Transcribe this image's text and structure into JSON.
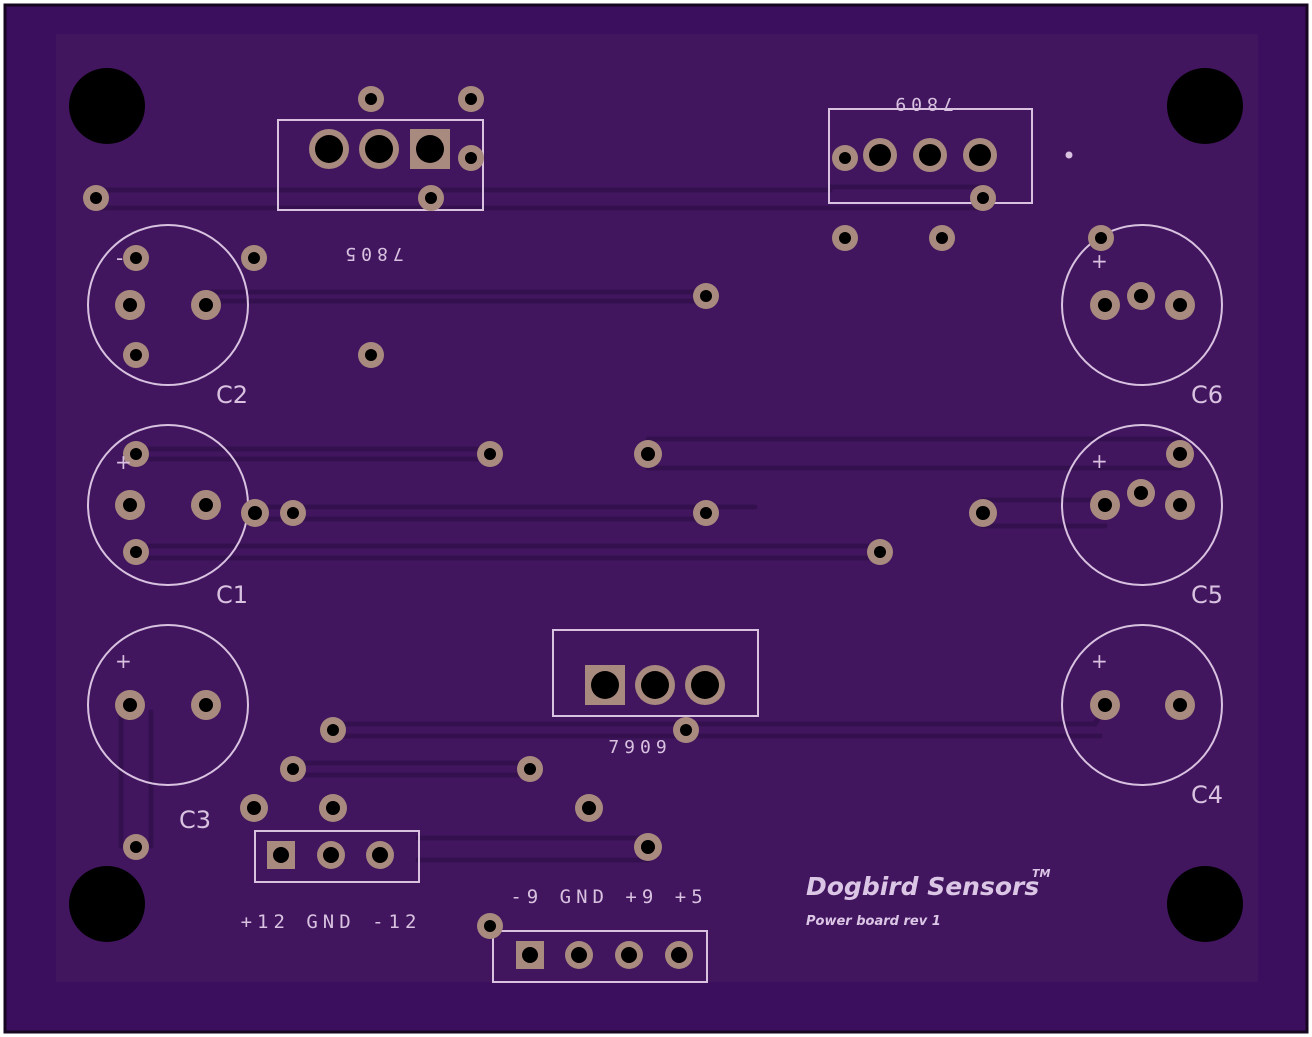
{
  "board": {
    "brand": "Dogbird Sensors",
    "trademark": "TM",
    "subtitle": "Power board rev 1",
    "colors": {
      "background": "#ffffff",
      "board_edge": "#2e0d4a",
      "board_fill": "#3b0f5e",
      "board_inner": "#42165f",
      "pad_copper": "#a98a7e",
      "drill": "#000000",
      "silkscreen": "#d8c2e0"
    }
  },
  "labels": {
    "u7805": "7805",
    "u7809": "7809",
    "u7909": "7909",
    "c1": "C1",
    "c2": "C2",
    "c3": "C3",
    "c4": "C4",
    "c5": "C5",
    "c6": "C6",
    "conn_left": "+12 GND -12",
    "conn_right": "-9 GND +9 +5",
    "plus": "+",
    "minus": "-"
  }
}
